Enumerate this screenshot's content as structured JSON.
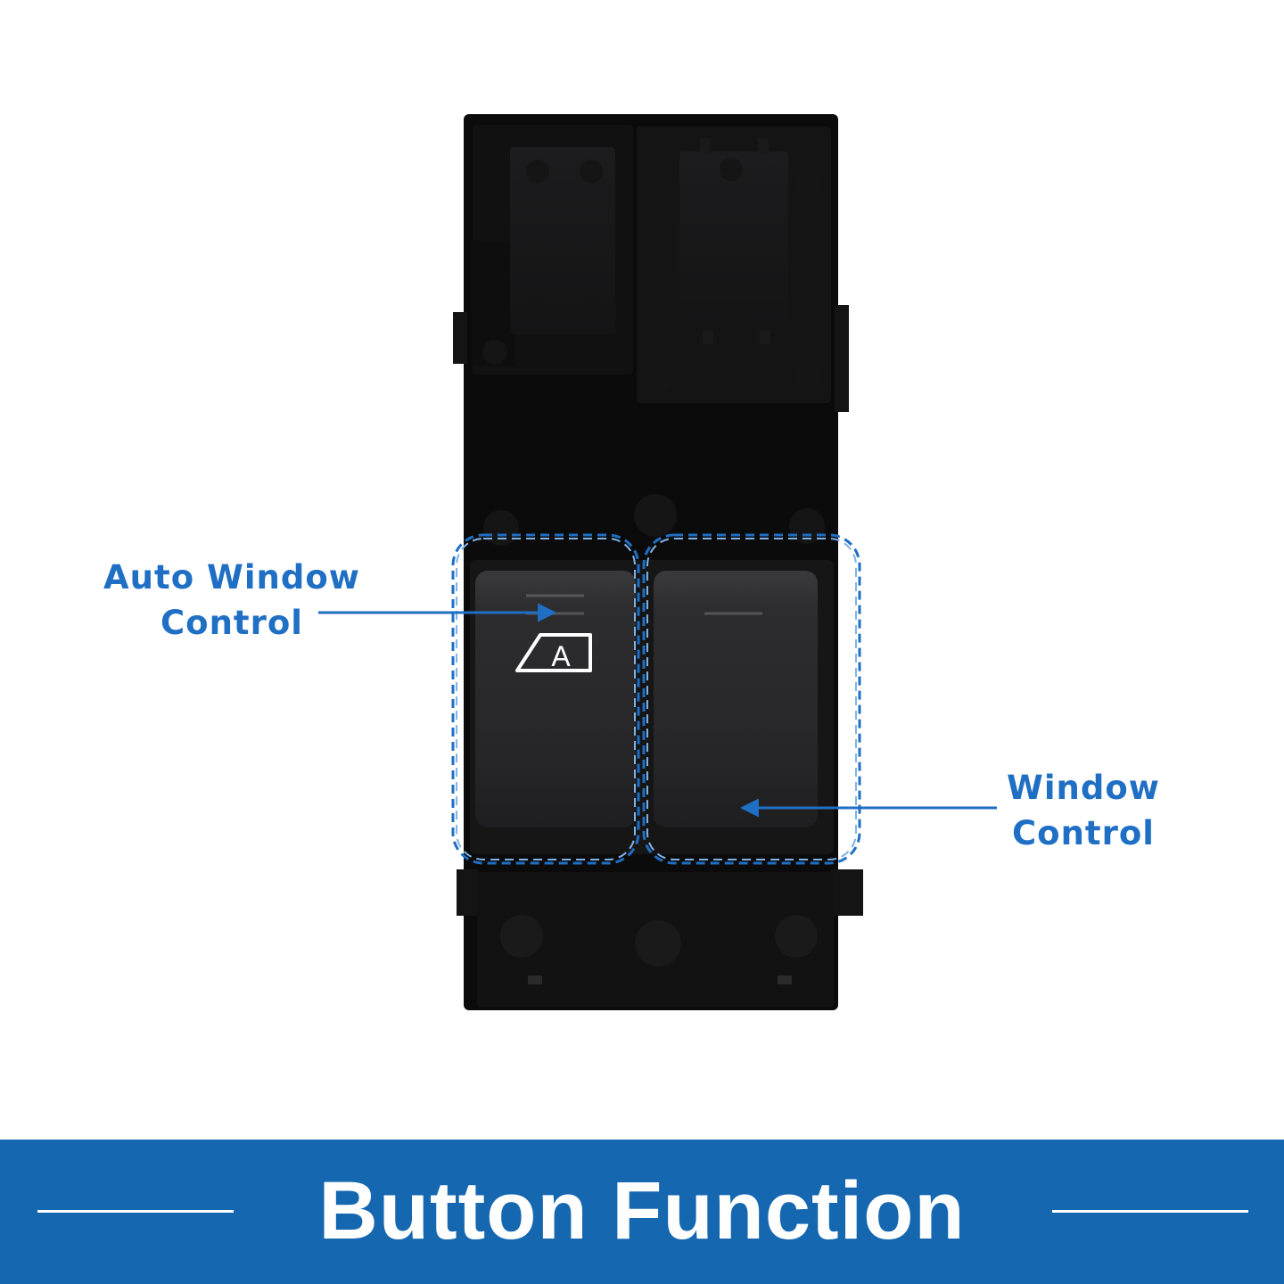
{
  "product": {
    "switch_symbol_letter": "A",
    "body_color": "#0b0b0c",
    "button_color": "#2a2a2c"
  },
  "callouts": {
    "auto_window": {
      "line1": "Auto Window",
      "line2": "Control"
    },
    "window": {
      "line1": "Window",
      "line2": "Control"
    },
    "accent_color": "#1f6fc4"
  },
  "banner": {
    "title": "Button Function",
    "background_color": "#1567b0"
  }
}
